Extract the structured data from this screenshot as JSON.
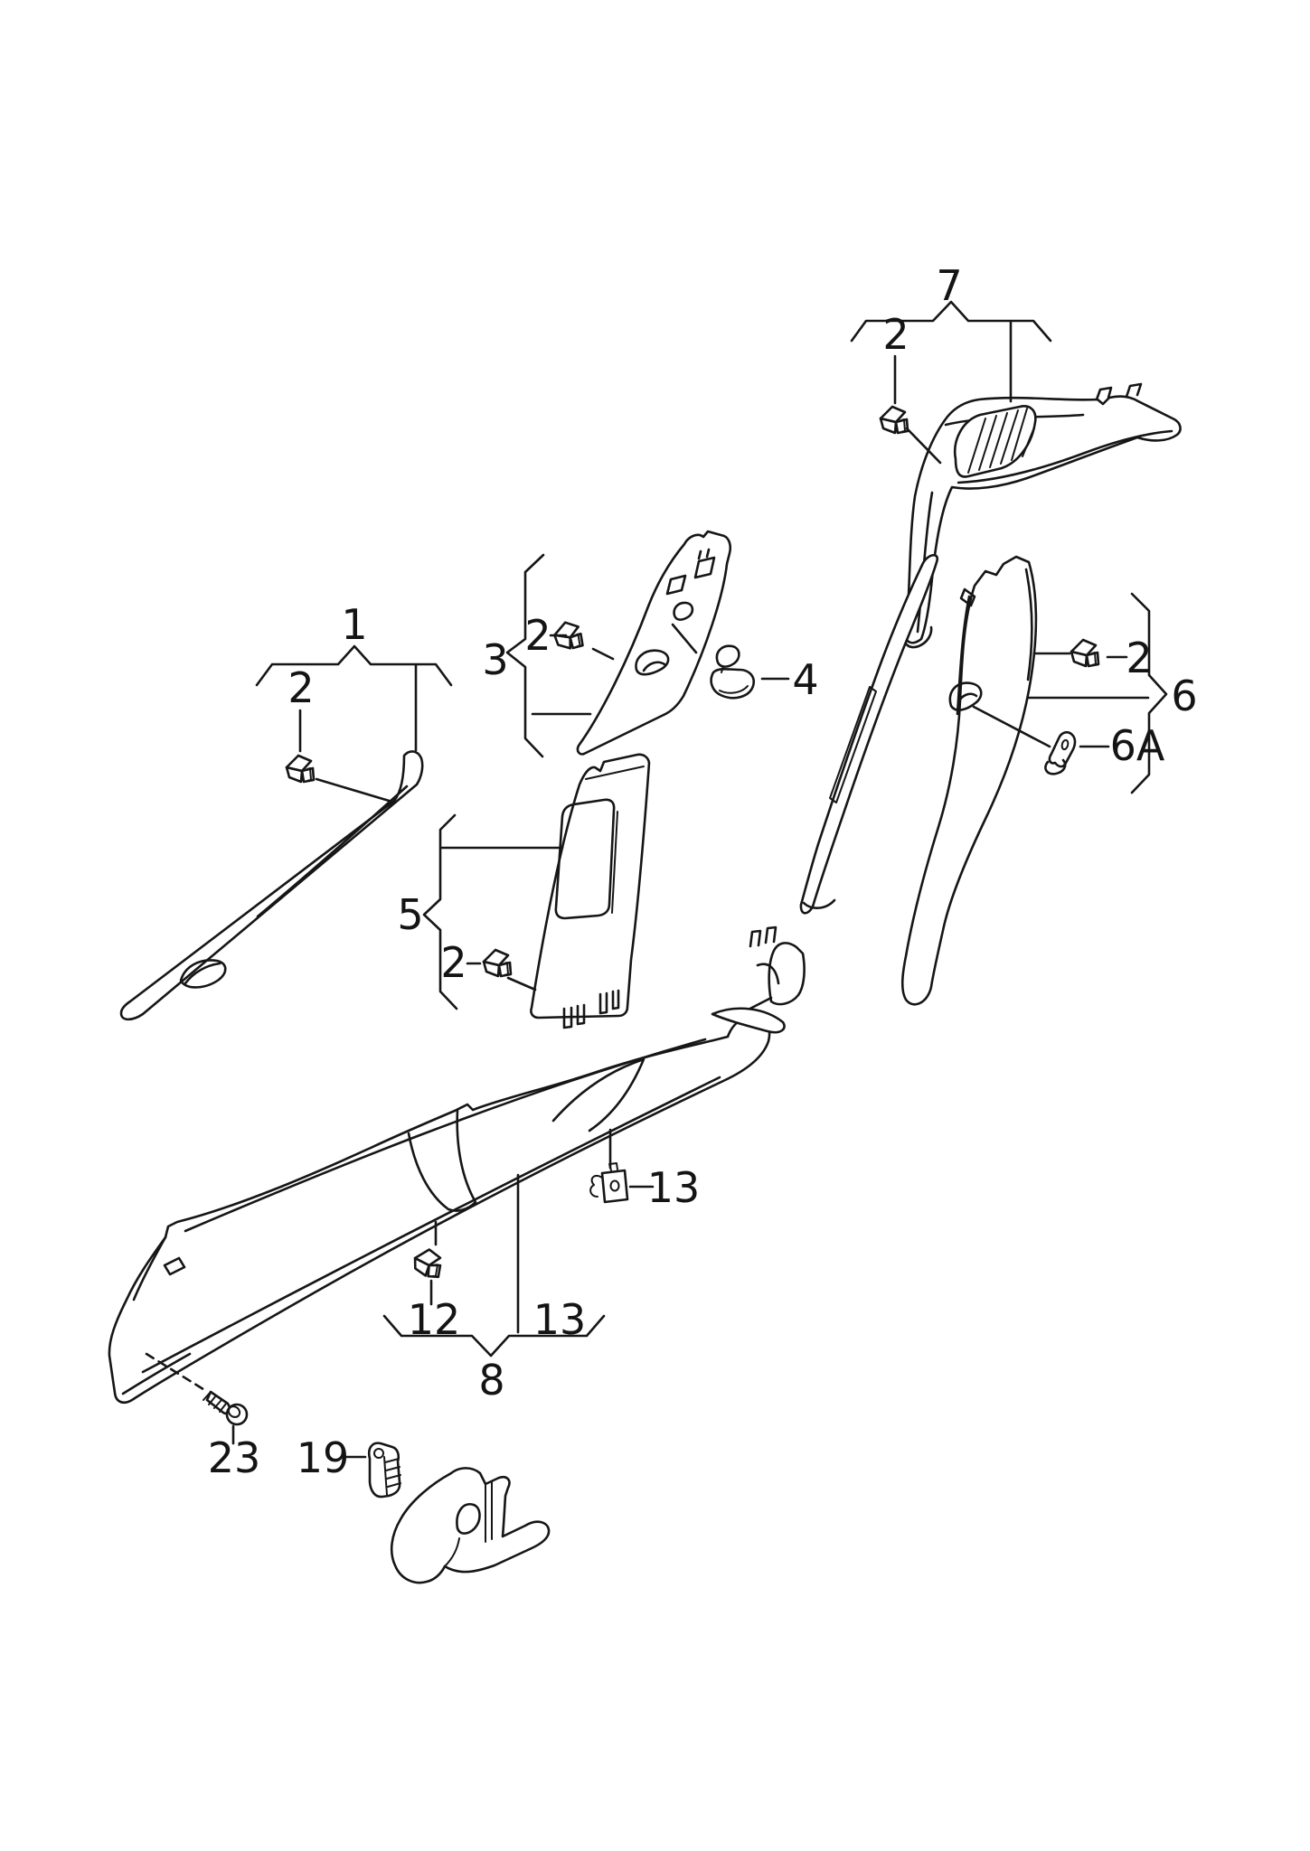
{
  "diagram": {
    "type": "exploded-parts-diagram",
    "subject": "pillar trim panels and sill scuff plates",
    "colors": {
      "background": "#ffffff",
      "line": "#161616"
    },
    "callouts": {
      "c1": "1",
      "c2_a_pillar": "2",
      "c2_b_upper": "2",
      "c2_b_lower": "2",
      "c2_c_pillar": "2",
      "c2_d_pillar": "2",
      "c3": "3",
      "c4": "4",
      "c5": "5",
      "c6": "6",
      "c6a": "6A",
      "c7": "7",
      "c8": "8",
      "c12": "12",
      "c13_clip": "13",
      "c13_group": "13",
      "c19": "19",
      "c23": "23"
    },
    "parts": [
      {
        "callout": "1",
        "icon": "a-pillar-trim-strip"
      },
      {
        "callout": "2",
        "icon": "retaining-clip"
      },
      {
        "callout": "3",
        "icon": "b-pillar-upper-trim"
      },
      {
        "callout": "4",
        "icon": "cover-cap"
      },
      {
        "callout": "5",
        "icon": "b-pillar-lower-trim"
      },
      {
        "callout": "6",
        "icon": "c-pillar-trim"
      },
      {
        "callout": "6A",
        "icon": "expanding-rivet"
      },
      {
        "callout": "7",
        "icon": "d-pillar-trim-with-vent-grille"
      },
      {
        "callout": "8",
        "icon": "sill-scuff-plate"
      },
      {
        "callout": "12",
        "icon": "spreader-clip"
      },
      {
        "callout": "13",
        "icon": "clip-with-hole"
      },
      {
        "callout": "19",
        "icon": "retaining-bracket"
      },
      {
        "callout": "23",
        "icon": "self-tapping-screw"
      }
    ]
  }
}
